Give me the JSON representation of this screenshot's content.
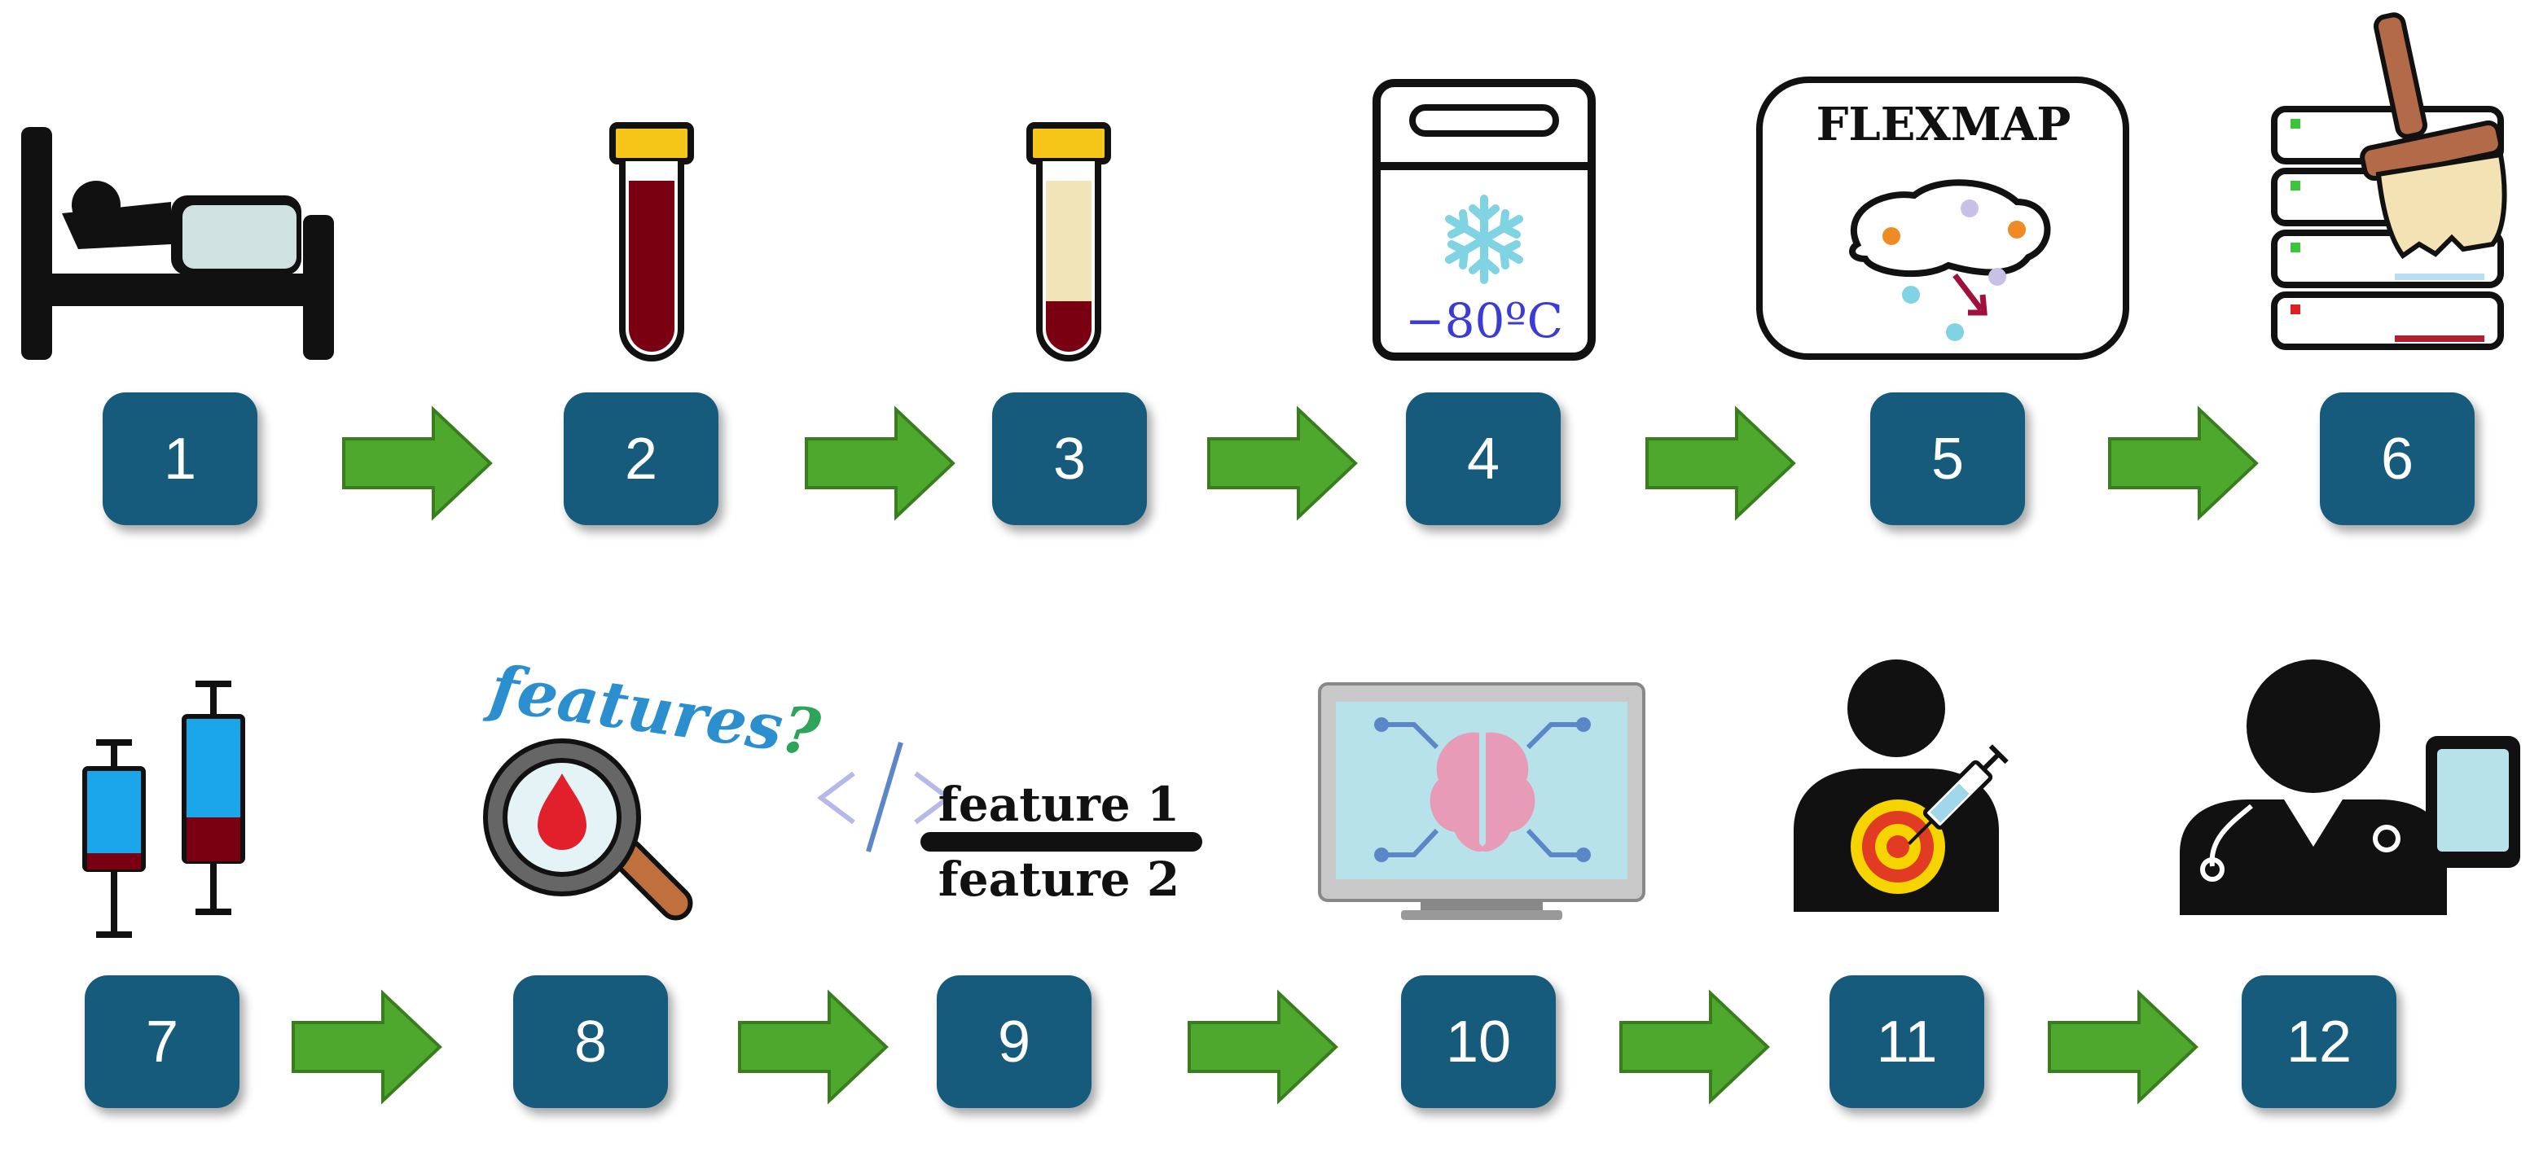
{
  "colors": {
    "step_box": "#175a7c",
    "arrow": "#4fa82e",
    "arrow_stroke": "#3a7d1f",
    "blood": "#7a0011",
    "cap": "#f5c518",
    "plasma": "#f1e4b8",
    "cool_blue": "#7fd3e3",
    "freeze_text": "#3b3bd6",
    "features_blue": "#2b8fcf",
    "features_green": "#2ea35a",
    "screen": "#b8e2ea",
    "brain": "#e79bb6",
    "target_red": "#e23b24",
    "target_yellow": "#f5d400"
  },
  "steps": [
    {
      "number": "1",
      "icon": "hospital-bed-icon"
    },
    {
      "number": "2",
      "icon": "blood-tube-icon"
    },
    {
      "number": "3",
      "icon": "plasma-tube-icon"
    },
    {
      "number": "4",
      "icon": "freezer-icon"
    },
    {
      "number": "5",
      "icon": "flexmap-analyzer-icon"
    },
    {
      "number": "6",
      "icon": "data-cleaning-icon"
    },
    {
      "number": "7",
      "icon": "syringes-icon"
    },
    {
      "number": "8",
      "icon": "magnifier-blood-icon"
    },
    {
      "number": "9",
      "icon": "feature-ratio-icon"
    },
    {
      "number": "10",
      "icon": "ai-brain-monitor-icon"
    },
    {
      "number": "11",
      "icon": "patient-target-icon"
    },
    {
      "number": "12",
      "icon": "doctor-tablet-icon"
    }
  ],
  "labels": {
    "freezer_temp": "−80ºC",
    "flexmap": "FLEXMAP",
    "features": "features?",
    "feature_1": "feature 1",
    "feature_2": "feature 2"
  }
}
